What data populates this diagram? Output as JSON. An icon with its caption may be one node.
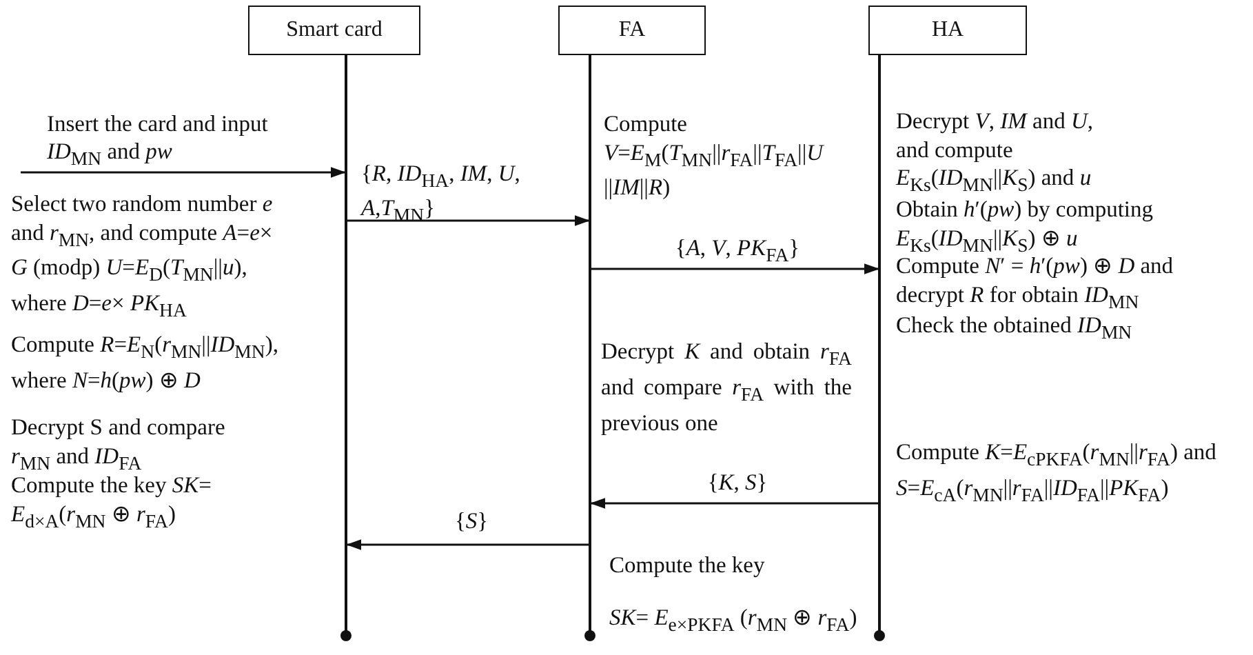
{
  "diagram": {
    "nodes": [
      {
        "text": [
          "Smart card"
        ]
      },
      {
        "text": [
          "FA"
        ]
      },
      {
        "text": [
          "HA"
        ]
      }
    ],
    "edges": [
      {
        "from": null,
        "to": 0,
        "arrow": "to",
        "label": "Insert the card and input *ID*$_{MN}$ and *pw*"
      },
      {
        "from": 0,
        "to": 1,
        "arrow": "to",
        "label": "{*R*, *ID*$_{HA}$, *IM*, *U*, *A*,*T*$_{MN}$}"
      },
      {
        "from": 1,
        "to": 2,
        "arrow": "to",
        "label": "{*A*, *V*, *PK*$_{FA}$}"
      },
      {
        "from": 2,
        "to": 1,
        "arrow": "to",
        "label": "{*K*, *S*}"
      },
      {
        "from": 1,
        "to": 0,
        "arrow": "to",
        "label": "{*S*}"
      }
    ],
    "labels": [
      "Select two random number *e* and *r*$_{MN}$, and compute *A*=*e*× *G* (modp) *U*=*E*$_{D}$(*T*$_{MN}$||*u*), where *D*=*e*× *PK*$_{HA}$",
      "Compute *R*=*E*$_{N}$(*r*$_{MN}$||*ID*$_{MN}$), where *N*=*h*(*pw*) ⊕ *D*",
      "Compute *V*=*E*$_{M}$(*T*$_{MN}$||*r*$_{FA}$||*T*$_{FA}$||*U* ||*IM*||*R*)",
      "Decrypt *V*, *IM* and *U*, and compute *E*$_{Ks}$(*ID*$_{MN}$||*K*$_{S}$) and *u*",
      "Obtain *h*′(*pw*) by computing *E*$_{Ks}$(*ID*$_{MN}$||*K*$_{S}$) ⊕ *u*",
      "Compute *N*′ = *h*′(*pw*) ⊕ *D* and decrypt *R* for obtain *ID*$_{MN}$",
      "Check the obtained *ID*$_{MN}$",
      "Decrypt *K* and obtain *r*$_{FA}$ and compare *r*$_{FA}$ with the previous one",
      "Decrypt S and compare *r*$_{MN}$ and *ID*$_{FA}$",
      "Compute the key *SK*= *E*$_{d×A}$(*r*$_{MN}$ ⊕ *r*$_{FA}$)",
      "Compute *K*=*E*$_{cPKFA}$(*r*$_{MN}$||*r*$_{FA}$) and *S*=*E*$_{cA}$(*r*$_{MN}$||*r*$_{FA}$||*ID*$_{FA}$||*PK*$_{FA}$)",
      "Compute the key",
      "*SK*= *E*$_{e×PK}$$_{FA}$ (*r*$_{MN}$ ⊕ *r*$_{FA}$)"
    ]
  }
}
